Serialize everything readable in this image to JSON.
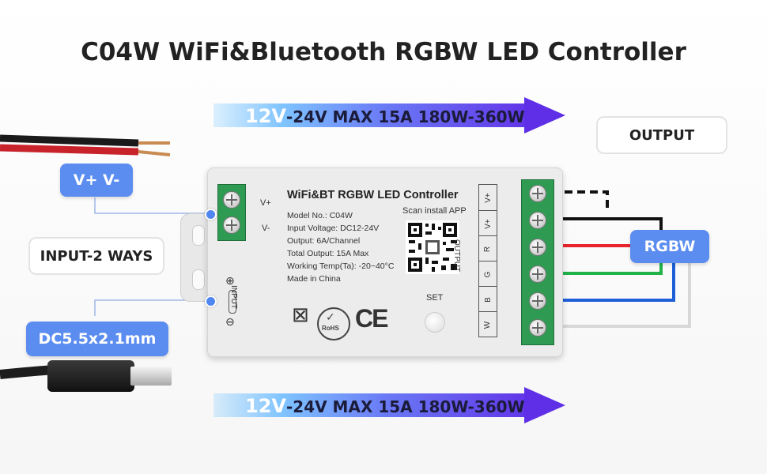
{
  "title": "C04W WiFi&Bluetooth RGBW LED Controller",
  "power_arrow": {
    "big": "12V",
    "rest": "-24V MAX 15A 180W-360W"
  },
  "labels": {
    "output": "OUTPUT",
    "vplus_vminus": "V+ V-",
    "input_2_ways": "INPUT-2 WAYS",
    "rgbw": "RGBW",
    "dc_jack": "DC5.5x2.1mm"
  },
  "device": {
    "title": "WiFi&BT RGBW LED Controller",
    "specs": [
      "Model No.: C04W",
      "Input Voltage: DC12-24V",
      "Output: 6A/Channel",
      "Total Output: 15A Max",
      "Working Temp(Ta): -20~40°C",
      "Made in China"
    ],
    "scan": "Scan install APP",
    "set": "SET",
    "vplus": "V+",
    "vminus": "V-",
    "input": "INPUT",
    "output": "OUTPUT",
    "channels": [
      "V+",
      "V+",
      "R",
      "G",
      "B",
      "W"
    ],
    "rohs": "RoHS",
    "ce": "CE"
  },
  "colors": {
    "badge": "#5b8df0",
    "terminal": "#2f9a52",
    "wire_red": "#e8232b",
    "wire_green": "#21b24a",
    "wire_blue": "#1e5fd8",
    "wire_white": "#d8d8d8",
    "wire_black": "#111111"
  }
}
